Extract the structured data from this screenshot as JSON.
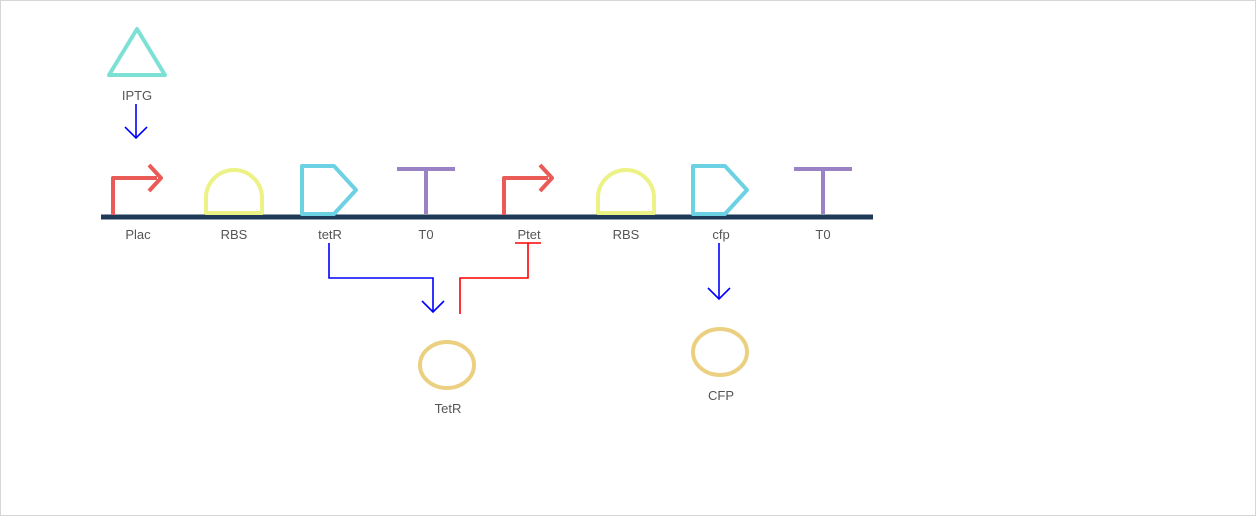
{
  "colors": {
    "backbone": "#1f3a57",
    "promoter": "#ea5a57",
    "rbs": "#ecf286",
    "cds": "#6cd2e3",
    "terminator": "#9b82c4",
    "inducer": "#7de0d4",
    "protein": "#ebd081",
    "activation": "#0000ff",
    "repression": "#ff0000"
  },
  "inducer": {
    "label": "IPTG",
    "icon": "triangle-icon"
  },
  "parts": [
    {
      "type": "promoter",
      "label": "Plac"
    },
    {
      "type": "rbs",
      "label": "RBS"
    },
    {
      "type": "cds",
      "label": "tetR"
    },
    {
      "type": "terminator",
      "label": "T0"
    },
    {
      "type": "promoter",
      "label": "Ptet"
    },
    {
      "type": "rbs",
      "label": "RBS"
    },
    {
      "type": "cds",
      "label": "cfp"
    },
    {
      "type": "terminator",
      "label": "T0"
    }
  ],
  "proteins": [
    {
      "label": "TetR"
    },
    {
      "label": "CFP"
    }
  ],
  "interactions": [
    {
      "from": "IPTG",
      "to": "Plac",
      "type": "activation"
    },
    {
      "from": "tetR",
      "to": "TetR",
      "type": "activation"
    },
    {
      "from": "TetR",
      "to": "Ptet",
      "type": "repression"
    },
    {
      "from": "cfp",
      "to": "CFP",
      "type": "activation"
    }
  ]
}
